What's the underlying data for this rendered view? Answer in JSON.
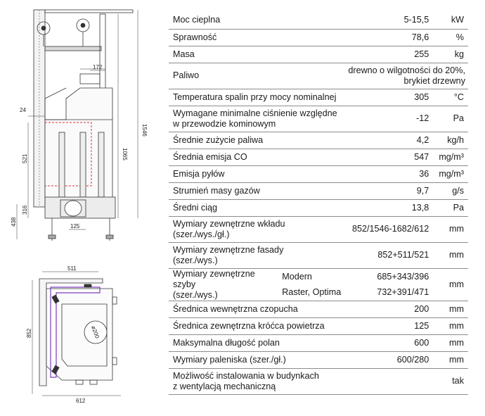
{
  "drawing_side": {
    "dims": {
      "d172": "172",
      "d24": "24",
      "d1546": "1546",
      "d521": "521",
      "d1065": "1065",
      "d316": "316",
      "d438": "438",
      "d125": "125"
    }
  },
  "drawing_top": {
    "dims": {
      "d511": "511",
      "d852": "852",
      "d612": "612",
      "d200": "ø200"
    }
  },
  "specs": [
    {
      "label": "Moc cieplna",
      "value": "5-15,5",
      "unit": "kW"
    },
    {
      "label": "Sprawność",
      "value": "78,6",
      "unit": "%"
    },
    {
      "label": "Masa",
      "value": "255",
      "unit": "kg"
    },
    {
      "label": "Paliwo",
      "value_lines": [
        "drewno o wilgotności do 20%,",
        "brykiet drzewny"
      ],
      "unit": ""
    },
    {
      "label": "Temperatura spalin przy mocy nominalnej",
      "value": "305",
      "unit": "°C"
    },
    {
      "label_lines": [
        "Wymagane minimalne ciśnienie względne",
        "w przewodzie kominowym"
      ],
      "value": "-12",
      "unit": "Pa"
    },
    {
      "label": "Średnie zużycie paliwa",
      "value": "4,2",
      "unit": "kg/h"
    },
    {
      "label": "Średnia emisja CO",
      "value": "547",
      "unit": "mg/m³"
    },
    {
      "label": "Emisja pyłów",
      "value": "36",
      "unit": "mg/m³"
    },
    {
      "label": "Strumień masy gazów",
      "value": "9,7",
      "unit": "g/s"
    },
    {
      "label": "Średni ciąg",
      "value": "13,8",
      "unit": "Pa"
    },
    {
      "label_lines": [
        "Wymiary zewnętrzne wkładu",
        "(szer./wys./gł.)"
      ],
      "value": "852/1546-1682/612",
      "unit": "mm"
    },
    {
      "label_lines": [
        "Wymiary zewnętrzne fasady",
        "(szer./wys.)"
      ],
      "value": "852+511/521",
      "unit": "mm"
    },
    {
      "label_lines": [
        "Wymiary zewnętrzne szyby",
        "(szer./wys.)"
      ],
      "variants": [
        {
          "name": "Modern",
          "value": "685+343/396"
        },
        {
          "name": "Raster, Optima",
          "value": "732+391/471"
        }
      ],
      "unit": "mm"
    },
    {
      "label": "Średnica wewnętrzna czopucha",
      "value": "200",
      "unit": "mm"
    },
    {
      "label": "Średnica zewnętrzna króćca powietrza",
      "value": "125",
      "unit": "mm"
    },
    {
      "label": "Maksymalna długość polan",
      "value": "600",
      "unit": "mm"
    },
    {
      "label": "Wymiary paleniska (szer./gł.)",
      "value": "600/280",
      "unit": "mm"
    },
    {
      "label_lines": [
        "Możliwość instalowania w budynkach",
        "z wentylacją mechaniczną"
      ],
      "value": "",
      "unit": "tak"
    }
  ]
}
